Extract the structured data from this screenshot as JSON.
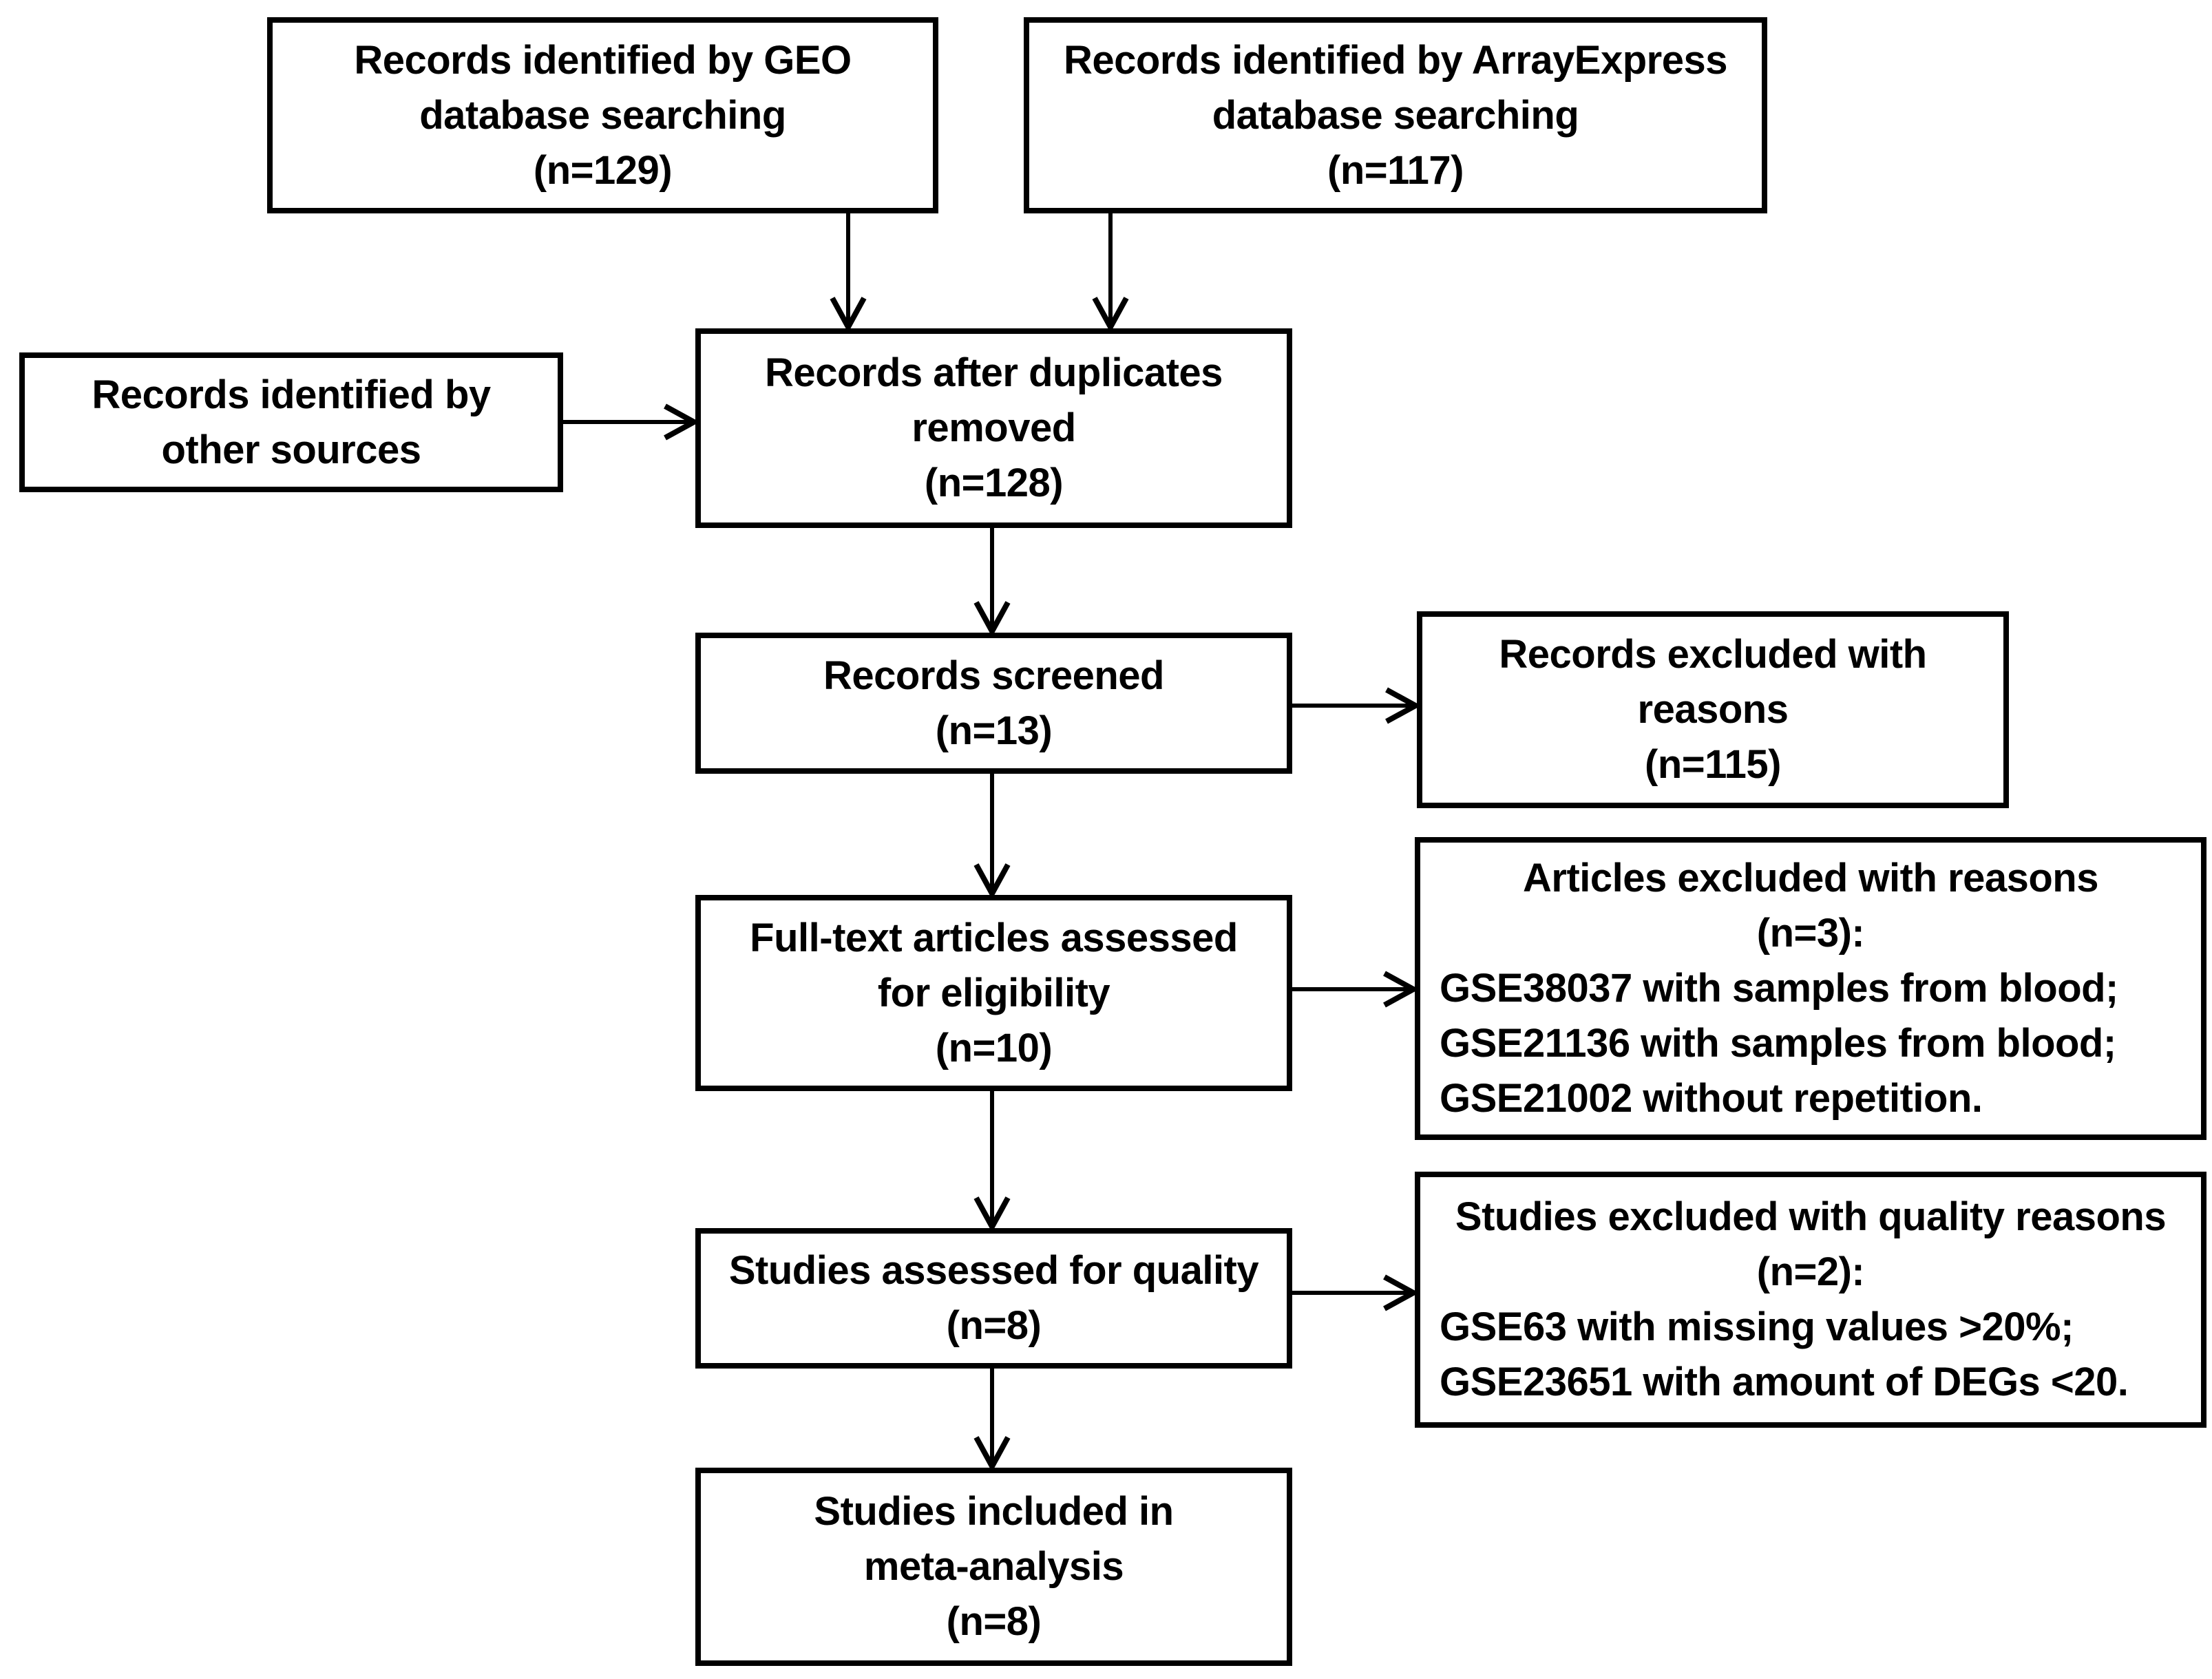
{
  "diagram": {
    "type": "flowchart",
    "colors": {
      "background": "#ffffff",
      "box_border": "#000000",
      "text": "#000000",
      "arrow": "#000000"
    },
    "boxes": {
      "geo": {
        "n": 129,
        "lines": [
          "Records identified by GEO",
          "database searching",
          "(n=129)"
        ]
      },
      "arrayexpress": {
        "n": 117,
        "lines": [
          "Records identified by ArrayExpress",
          "database searching",
          "(n=117)"
        ]
      },
      "other_sources": {
        "lines": [
          "Records identified by",
          "other sources"
        ]
      },
      "duplicates_removed": {
        "n": 128,
        "lines": [
          "Records after duplicates",
          "removed",
          "(n=128)"
        ]
      },
      "screened": {
        "n": 13,
        "lines": [
          "Records screened",
          "(n=13)"
        ]
      },
      "records_excluded": {
        "n": 115,
        "lines": [
          "Records excluded with",
          "reasons",
          "(n=115)"
        ]
      },
      "fulltext": {
        "n": 10,
        "lines": [
          "Full-text articles assessed",
          "for eligibility",
          "(n=10)"
        ]
      },
      "articles_excluded": {
        "n": 3,
        "lines": [
          "Articles excluded with reasons",
          "(n=3):",
          "GSE38037 with samples from blood;",
          "GSE21136 with samples from blood;",
          "GSE21002 without repetition."
        ]
      },
      "quality": {
        "n": 8,
        "lines": [
          "Studies assessed for quality",
          "(n=8)"
        ]
      },
      "studies_excluded": {
        "n": 2,
        "lines": [
          "Studies excluded with quality reasons",
          "(n=2):",
          "GSE63 with missing values >20%;",
          "GSE23651 with amount of DEGs <20."
        ]
      },
      "included": {
        "n": 8,
        "lines": [
          "Studies included in",
          "meta-analysis",
          "(n=8)"
        ]
      }
    }
  }
}
